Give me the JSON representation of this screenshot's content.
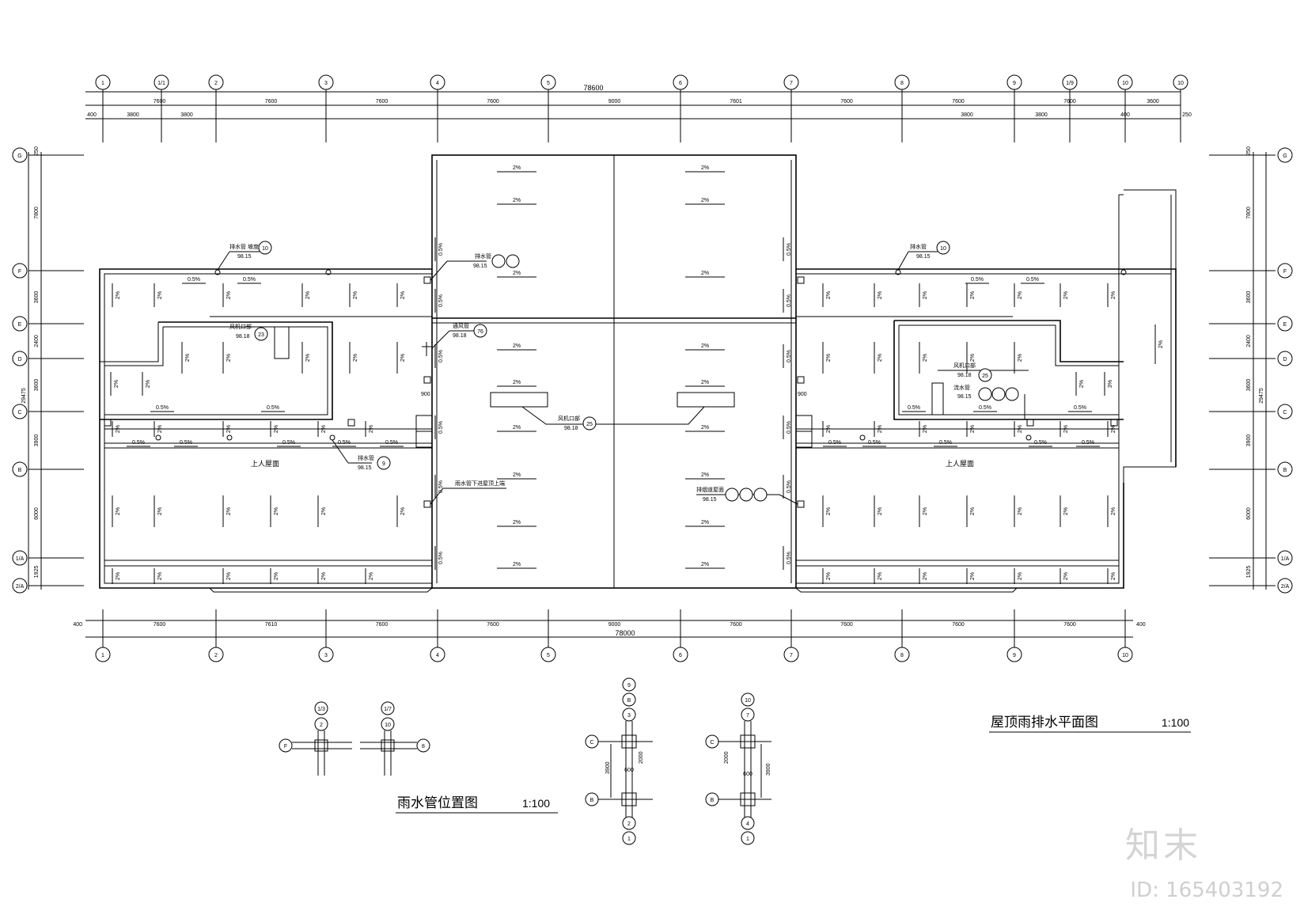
{
  "title_main": "屋顶雨排水平面图",
  "title_main_scale": "1:100",
  "title_pipe": "雨水管位置图",
  "title_pipe_scale": "1:100",
  "watermark": {
    "brand": "知末",
    "id": "ID: 165403192"
  },
  "top_grid": [
    "1",
    "1/1",
    "2",
    "3",
    "4",
    "5",
    "6",
    "7",
    "8",
    "9",
    "1/9",
    "10",
    "10"
  ],
  "top_total": "78600",
  "top_spans": [
    "7600",
    "7600",
    "7600",
    "7600",
    "9000",
    "7601",
    "7600",
    "7600",
    "7600",
    "3600"
  ],
  "top_sub": [
    "400",
    "3800",
    "3800",
    "3800",
    "3800",
    "400",
    "250"
  ],
  "bottom_grid": [
    "1",
    "2",
    "3",
    "4",
    "5",
    "6",
    "7",
    "8",
    "9",
    "10"
  ],
  "bottom_total": "78000",
  "bottom_spans": [
    "7600",
    "7610",
    "7600",
    "7600",
    "9000",
    "7600",
    "7600",
    "7600",
    "7600"
  ],
  "bottom_ends": [
    "400",
    "400"
  ],
  "side_grid": [
    "G",
    "F",
    "E",
    "D",
    "C",
    "B",
    "1/A",
    "2/A"
  ],
  "side_dims": [
    "250",
    "7800",
    "3600",
    "2400",
    "3600",
    "3900",
    "6000",
    "1925"
  ],
  "side_total": "29475",
  "slopes": {
    "two": "2%",
    "half": "0.5%",
    "three": "3%"
  },
  "notes": {
    "outlet": "排水管 坡度",
    "outlet_elev": "98.15",
    "pipe": "排水管",
    "pipe_elev": "98.15",
    "wind": "风机口部",
    "wind_elev": "98.18",
    "vent": "通风管",
    "vent_elev": "98.18",
    "roof_up": "上人屋面",
    "roof_down": "雨水管下进屋顶上端",
    "wind2": "风机口部",
    "wind2_elev": "98.18",
    "smoke": "排烟道屋面",
    "smoke_elev": "98.15",
    "drain2": "流水管"
  },
  "detail_numbers": [
    "9",
    "8",
    "3",
    "2",
    "1",
    "10",
    "7",
    "4",
    "1"
  ],
  "detail_labels": [
    "C",
    "B",
    "F",
    "8"
  ],
  "detail_dims": [
    "3900",
    "2000",
    "600"
  ],
  "bubble_nums": [
    "10",
    "9",
    "23",
    "76",
    "25",
    "6",
    "5"
  ]
}
